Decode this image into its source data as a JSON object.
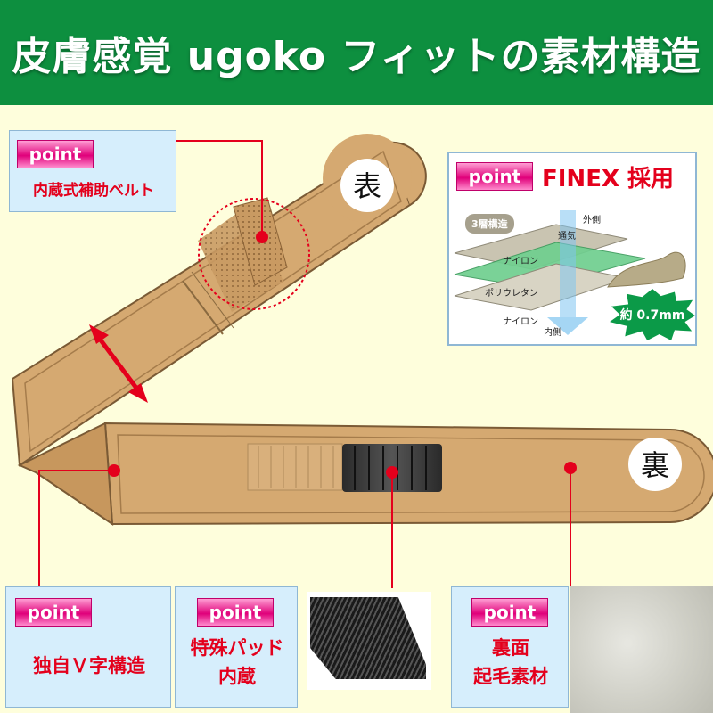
{
  "header": {
    "title": "皮膚感覚 ugoko フィットの素材構造"
  },
  "colors": {
    "header_bg": "#0d8f3f",
    "accent_red": "#e4001c",
    "point_pink": "#e0007a",
    "belt_tan": "#d5a971",
    "callout_bg": "#d6eefc"
  },
  "labels": {
    "front": "表",
    "back": "裏"
  },
  "point_label": "point",
  "callouts": {
    "belt": {
      "text": "内蔵式補助ベルト"
    },
    "vshape": {
      "text": "独自Ｖ字構造"
    },
    "pad": {
      "line1": "特殊パッド",
      "line2": "内蔵"
    },
    "brushed": {
      "line1": "裏面",
      "line2": "起毛素材"
    }
  },
  "finex": {
    "title": "FINEX 採用",
    "layers_badge": "3層構造",
    "outer": "外側",
    "inner": "内側",
    "ventilation": "通気",
    "layers": [
      "ナイロン",
      "ポリウレタン",
      "ナイロン"
    ],
    "thickness": "約 0.7mm"
  }
}
